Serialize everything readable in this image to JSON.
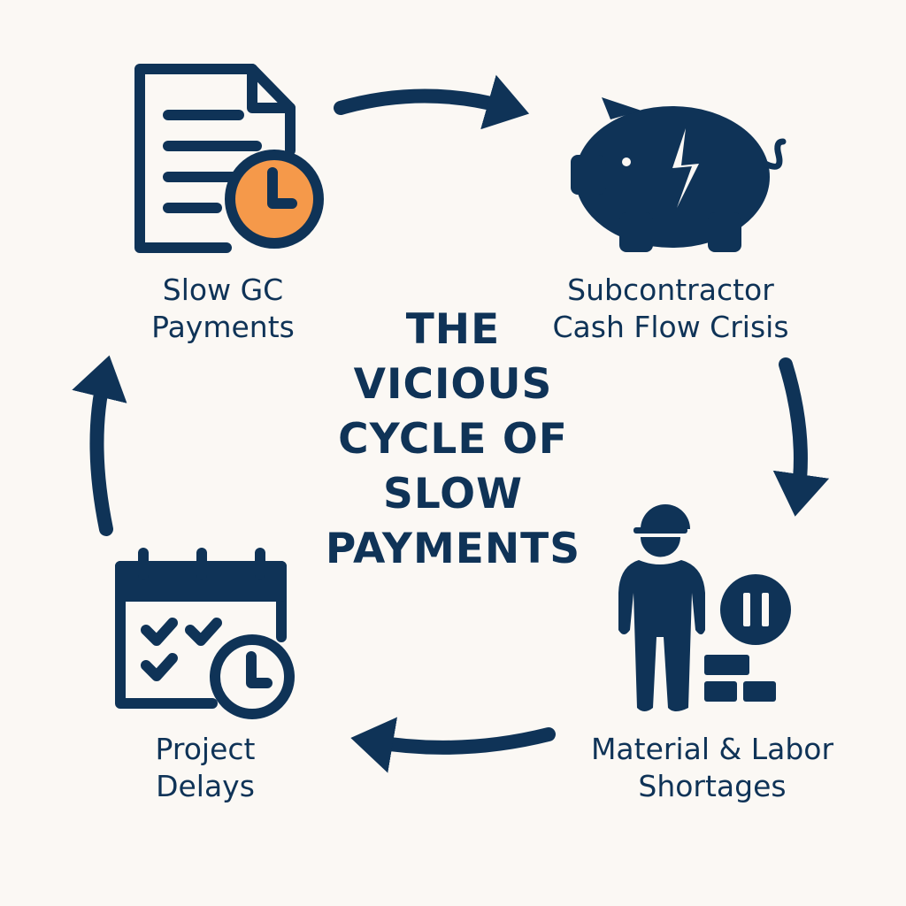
{
  "title": {
    "lines": [
      "THE",
      "VICIOUS",
      "CYCLE OF",
      "SLOW",
      "PAYMENTS"
    ]
  },
  "nodes": [
    {
      "id": "slow-gc-payments",
      "lines": [
        "Slow GC",
        "Payments"
      ],
      "icon": "document-clock-icon"
    },
    {
      "id": "cash-flow-crisis",
      "lines": [
        "Subcontractor",
        "Cash Flow Crisis"
      ],
      "icon": "broken-piggy-bank-icon"
    },
    {
      "id": "shortages",
      "lines": [
        "Material & Labor",
        "Shortages"
      ],
      "icon": "worker-paused-bricks-icon"
    },
    {
      "id": "project-delays",
      "lines": [
        "Project",
        "Delays"
      ],
      "icon": "calendar-clock-icon"
    }
  ],
  "colors": {
    "primary": "#0f3357",
    "accent": "#f5994a",
    "background": "#fbf8f4"
  }
}
